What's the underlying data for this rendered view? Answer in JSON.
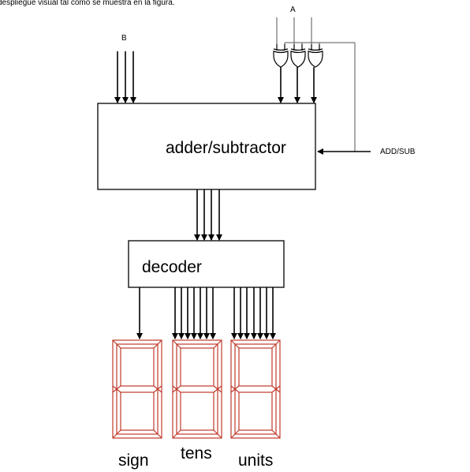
{
  "header": {
    "caption": "despliegue visual tal como se muestra en la figura."
  },
  "inputs": {
    "a_label": "A",
    "b_label": "B",
    "control_label": "ADD/SUB"
  },
  "blocks": {
    "adder_label": "adder/subtractor",
    "decoder_label": "decoder"
  },
  "displays": {
    "sign_label": "sign",
    "tens_label": "tens",
    "units_label": "units"
  },
  "colors": {
    "wire": "#000000",
    "display_segment": "#c0392b"
  }
}
